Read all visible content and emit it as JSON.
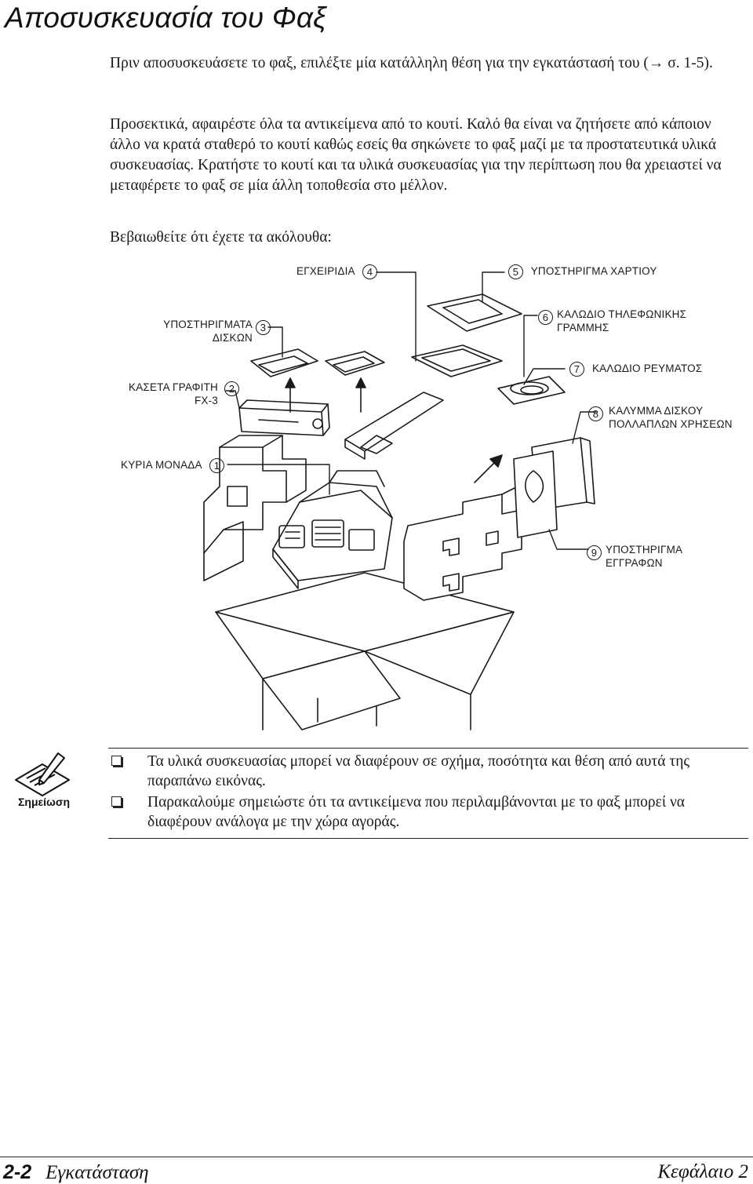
{
  "header": {
    "title": "Αποσυσκευασία του Φαξ"
  },
  "intro": {
    "p1": "Πριν αποσυσκευάσετε το φαξ, επιλέξτε μία κατάλληλη θέση για την εγκατάστασή του (→ σ. 1-5).",
    "p2": "Προσεκτικά, αφαιρέστε όλα τα αντικείμενα από το κουτί. Καλό θα είναι να ζητήσετε από κάποιον άλλο να κρατά σταθερό το κουτί καθώς εσείς θα σηκώνετε το φαξ μαζί με τα προστατευτικά υλικά συσκευασίας. Κρατήστε το κουτί και τα υλικά συσκευασίας για την περίπτωση που θα χρειαστεί να μεταφέρετε το φαξ σε μία άλλη τοποθεσία στο μέλλον.",
    "p3": "Βεβαιωθείτε ότι έχετε τα ακόλουθα:"
  },
  "diagram": {
    "labels": [
      {
        "id": "1",
        "num": "1",
        "text": "ΚΥΡΙΑ ΜΟΝΑΔΑ"
      },
      {
        "id": "2",
        "num": "2",
        "line1": "ΚΑΣΕΤΑ ΓΡΑΦΙΤΗ",
        "line2": "FX-3"
      },
      {
        "id": "3",
        "num": "3",
        "line1": "ΥΠΟΣΤΗΡΙΓΜΑΤΑ",
        "line2": "ΔΙΣΚΩΝ"
      },
      {
        "id": "4",
        "num": "4",
        "text": "ΕΓΧΕΙΡΙΔΙΑ"
      },
      {
        "id": "5",
        "num": "5",
        "text": "ΥΠΟΣΤΗΡΙΓΜΑ ΧΑΡΤΙΟΥ"
      },
      {
        "id": "6",
        "num": "6",
        "line1": "ΚΑΛΩΔΙΟ ΤΗΛΕΦΩΝΙΚΗΣ",
        "line2": "ΓΡΑΜΜΗΣ"
      },
      {
        "id": "7",
        "num": "7",
        "text": "ΚΑΛΩΔΙΟ ΡΕΥΜΑΤΟΣ"
      },
      {
        "id": "8",
        "num": "8",
        "line1": "ΚΑΛΥΜΜΑ ΔΙΣΚΟΥ",
        "line2": "ΠΟΛΛΑΠΛΩΝ ΧΡΗΣΕΩΝ"
      },
      {
        "id": "9",
        "num": "9",
        "line1": "ΥΠΟΣΤΗΡΙΓΜΑ",
        "line2": "ΕΓΓΡΑΦΩΝ"
      }
    ]
  },
  "note": {
    "label": "Σημείωση",
    "icon": "pencil-note-icon",
    "items": [
      "Τα υλικά συσκευασίας μπορεί να διαφέρουν σε σχήμα, ποσότητα και θέση από αυτά της παραπάνω εικόνας.",
      "Παρακαλούμε σημειώστε ότι τα αντικείμενα που περιλαμβάνονται με το φαξ μπορεί να διαφέρουν ανάλογα με την χώρα αγοράς."
    ]
  },
  "footer": {
    "page_number": "2-2",
    "section": "Εγκατάσταση",
    "chapter": "Κεφάλαιο 2"
  }
}
